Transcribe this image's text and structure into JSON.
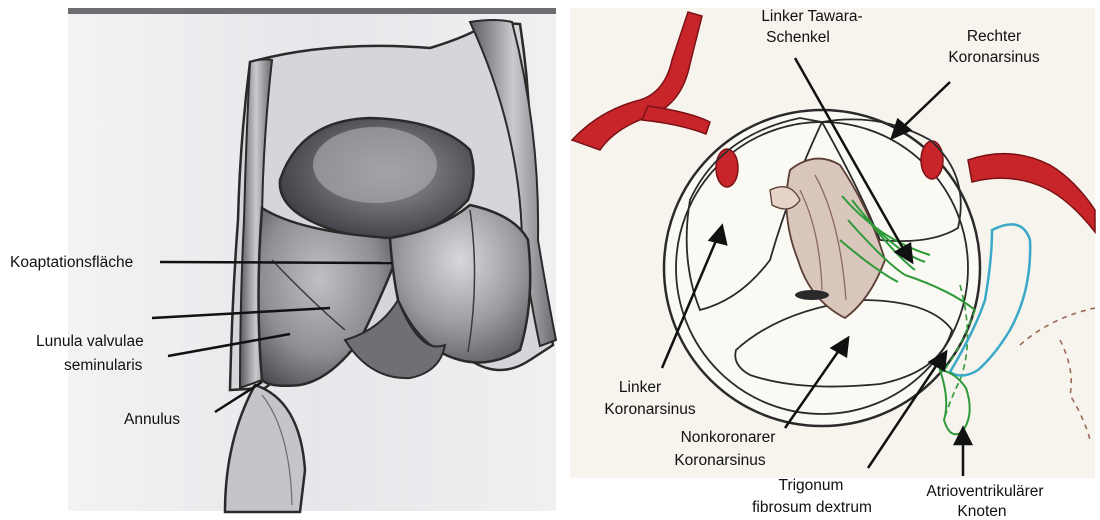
{
  "left_panel": {
    "labels": {
      "koaptation": "Koaptationsfläche",
      "lunula_line1": "Lunula valvulae",
      "lunula_line2": "seminularis",
      "annulus": "Annulus"
    }
  },
  "right_panel": {
    "labels": {
      "tawara_line1": "Linker Tawara-",
      "tawara_line2": "Schenkel",
      "rechter_line1": "Rechter",
      "rechter_line2": "Koronarsinus",
      "linker_line1": "Linker",
      "linker_line2": "Koronarsinus",
      "nonkoronar_line1": "Nonkoronarer",
      "nonkoronar_line2": "Koronarsinus",
      "trigonum_line1": "Trigonum",
      "trigonum_line2": "fibrosum dextrum",
      "av_line1": "Atrioventrikulärer",
      "av_line2": "Knoten"
    }
  },
  "colors": {
    "artery": "#c8252a",
    "conduction": "#2e9a3a",
    "av_node": "#3aa9c8",
    "outline": "#2a2a2a",
    "valve_tissue": "#8b6a5e"
  }
}
